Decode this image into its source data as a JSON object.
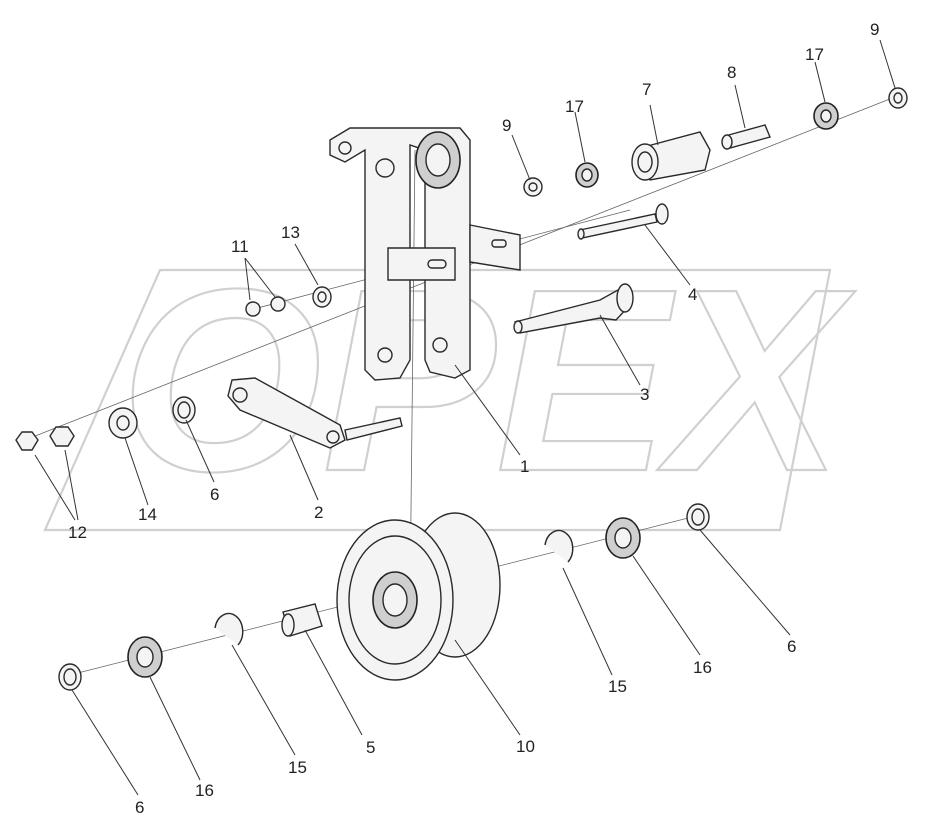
{
  "diagram": {
    "watermark": "OPEX",
    "callouts": [
      {
        "id": "c1",
        "text": "1"
      },
      {
        "id": "c2",
        "text": "2"
      },
      {
        "id": "c3",
        "text": "3"
      },
      {
        "id": "c4",
        "text": "4"
      },
      {
        "id": "c5",
        "text": "5"
      },
      {
        "id": "c6a",
        "text": "6"
      },
      {
        "id": "c6b",
        "text": "6"
      },
      {
        "id": "c6c",
        "text": "6"
      },
      {
        "id": "c7",
        "text": "7"
      },
      {
        "id": "c8",
        "text": "8"
      },
      {
        "id": "c9a",
        "text": "9"
      },
      {
        "id": "c9b",
        "text": "9"
      },
      {
        "id": "c10",
        "text": "10"
      },
      {
        "id": "c11",
        "text": "11"
      },
      {
        "id": "c12",
        "text": "12"
      },
      {
        "id": "c13",
        "text": "13"
      },
      {
        "id": "c14",
        "text": "14"
      },
      {
        "id": "c15a",
        "text": "15"
      },
      {
        "id": "c15b",
        "text": "15"
      },
      {
        "id": "c16a",
        "text": "16"
      },
      {
        "id": "c16b",
        "text": "16"
      },
      {
        "id": "c17a",
        "text": "17"
      },
      {
        "id": "c17b",
        "text": "17"
      }
    ]
  }
}
